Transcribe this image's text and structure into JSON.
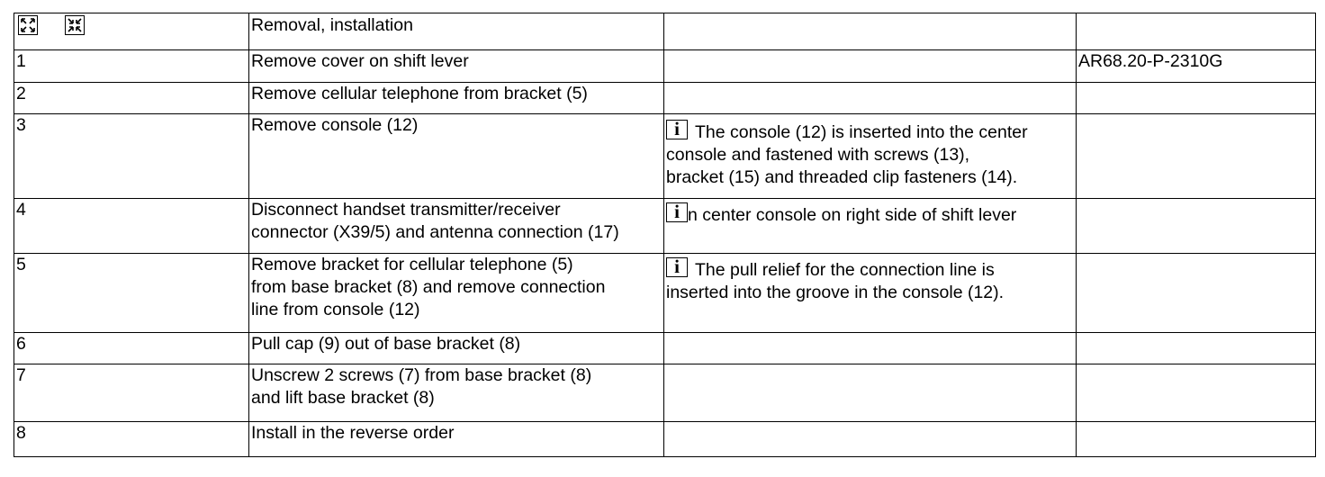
{
  "header": {
    "title": "Removal, installation"
  },
  "steps": [
    {
      "number": "1",
      "action": "Remove cover on shift lever",
      "note": "",
      "reference": "AR68.20-P-2310G"
    },
    {
      "number": "2",
      "action": "Remove cellular telephone from bracket (5)",
      "note": "",
      "reference": ""
    },
    {
      "number": "3",
      "action": "Remove console (12)",
      "note_lines": [
        "The console (12) is inserted into the center",
        "console and fastened with screws (13),",
        "bracket (15) and threaded clip fasteners (14)."
      ],
      "reference": ""
    },
    {
      "number": "4",
      "action_lines": [
        "Disconnect handset transmitter/receiver",
        "connector (X39/5) and antenna connection (17)"
      ],
      "note_lines": [
        "n center console on right side of shift   lever"
      ],
      "reference": ""
    },
    {
      "number": "5",
      "action_lines": [
        "Remove bracket for cellular telephone (5)",
        "from base bracket (8) and remove connection",
        "line from console (12)"
      ],
      "note_lines": [
        "The pull relief for the connection line is",
        "inserted into the groove in the console (12)."
      ],
      "reference": ""
    },
    {
      "number": "6",
      "action": "Pull cap (9) out of base bracket (8)",
      "note": "",
      "reference": ""
    },
    {
      "number": "7",
      "action_lines": [
        "Unscrew 2 screws (7) from base bracket (8)",
        "and lift base bracket (8)"
      ],
      "note": "",
      "reference": ""
    },
    {
      "number": "8",
      "action": "Install in the reverse order",
      "note": "",
      "reference": ""
    }
  ],
  "icons": {
    "expand": "expand-all-icon",
    "collapse": "collapse-all-icon",
    "info": "info-icon",
    "info_glyph": "i"
  }
}
